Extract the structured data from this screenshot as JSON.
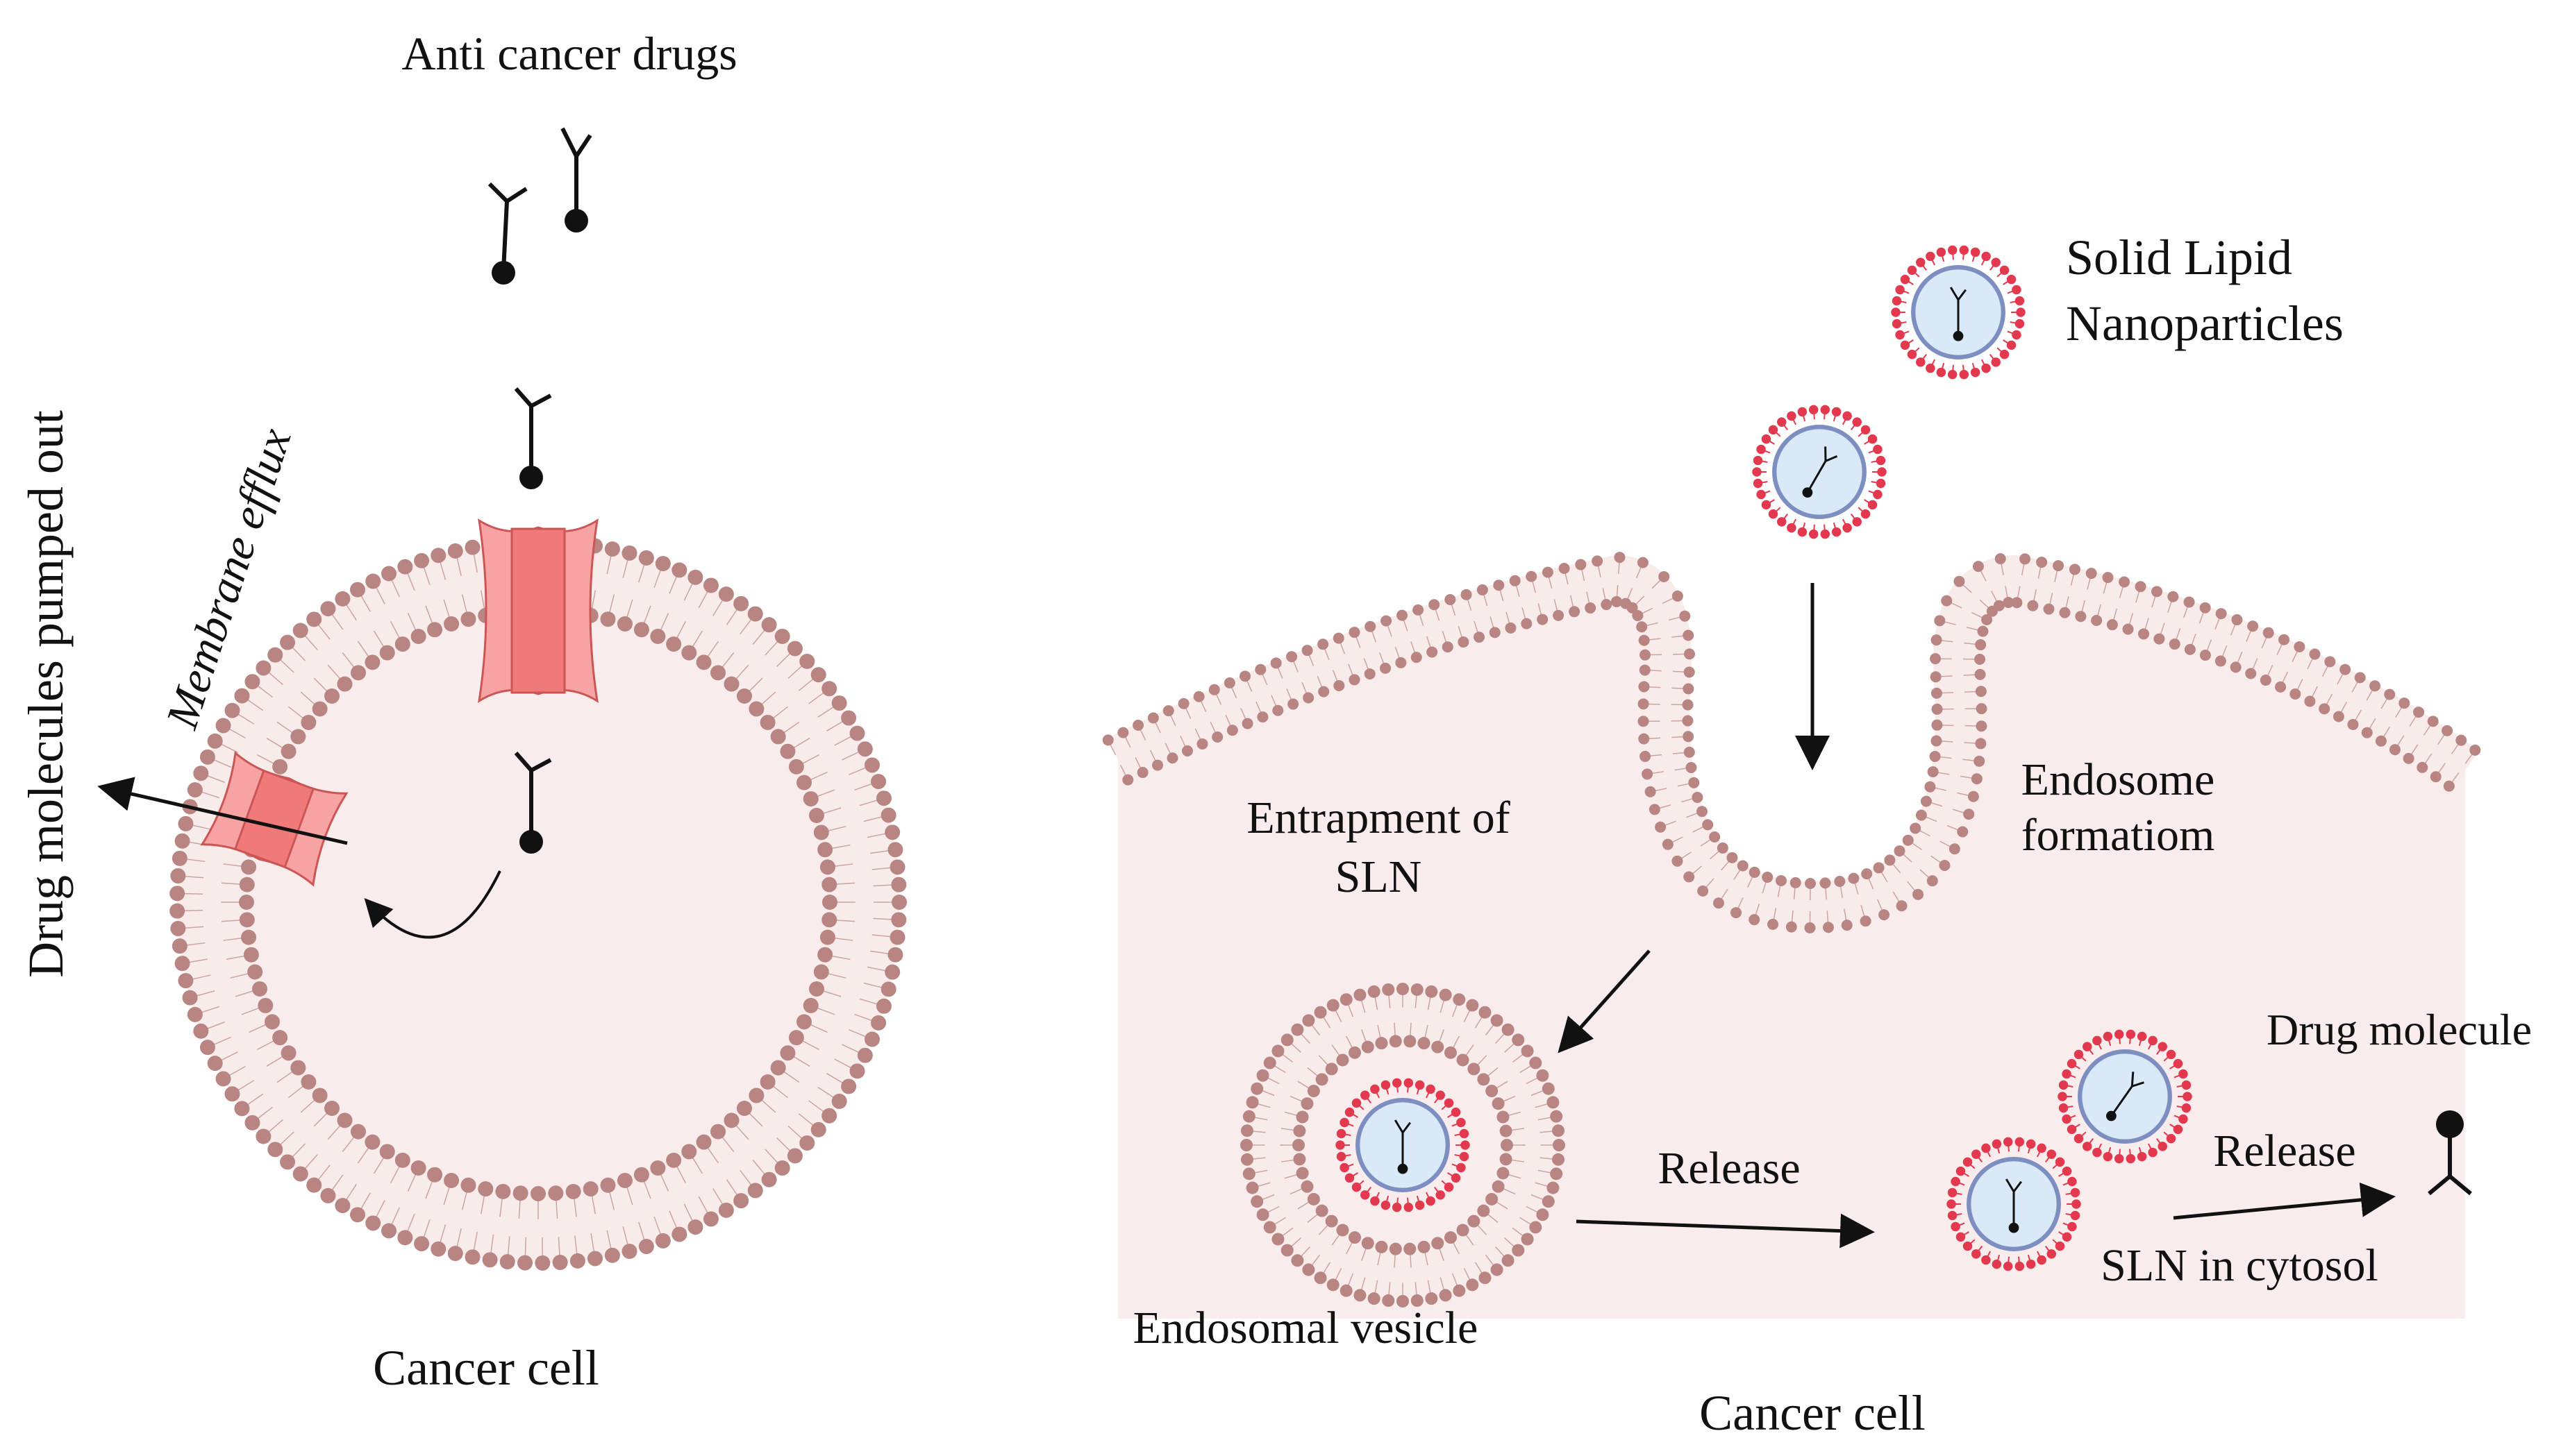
{
  "left_panel": {
    "title": "Anti cancer drugs",
    "side_label_outer": "Drug molecules  pumped out",
    "side_label_inner": "Membrane efflux",
    "bottom_label": "Cancer cell"
  },
  "right_panel": {
    "sln_label_line1": "Solid Lipid",
    "sln_label_line2": "Nanoparticles",
    "endosome_label_line1": "Endosome",
    "endosome_label_line2": "formatiom",
    "entrapment_line1": "Entrapment of",
    "entrapment_line2": "SLN",
    "drug_molecule_label": "Drug molecule",
    "release_label_1": "Release",
    "release_label_2": "Release",
    "cytosol_label": "SLN in cytosol",
    "vesicle_label": "Endosomal vesicle",
    "bottom_label": "Cancer cell"
  },
  "colors": {
    "membrane_head": "#b98582",
    "membrane_fill": "#f8eceb",
    "membrane_inner": "#fdf4f3",
    "cytoplasm": "#f9ecec",
    "pump_body": "#f7a3a3",
    "pump_core": "#f07a7a",
    "sln_shell": "#e3394f",
    "sln_core": "#d9e9f7",
    "sln_ring": "#7d8fc0",
    "ink": "#111111"
  },
  "icons": [
    "antibody-drug-icon",
    "efflux-pump-icon",
    "solid-lipid-nanoparticle-icon",
    "arrow-icon"
  ]
}
